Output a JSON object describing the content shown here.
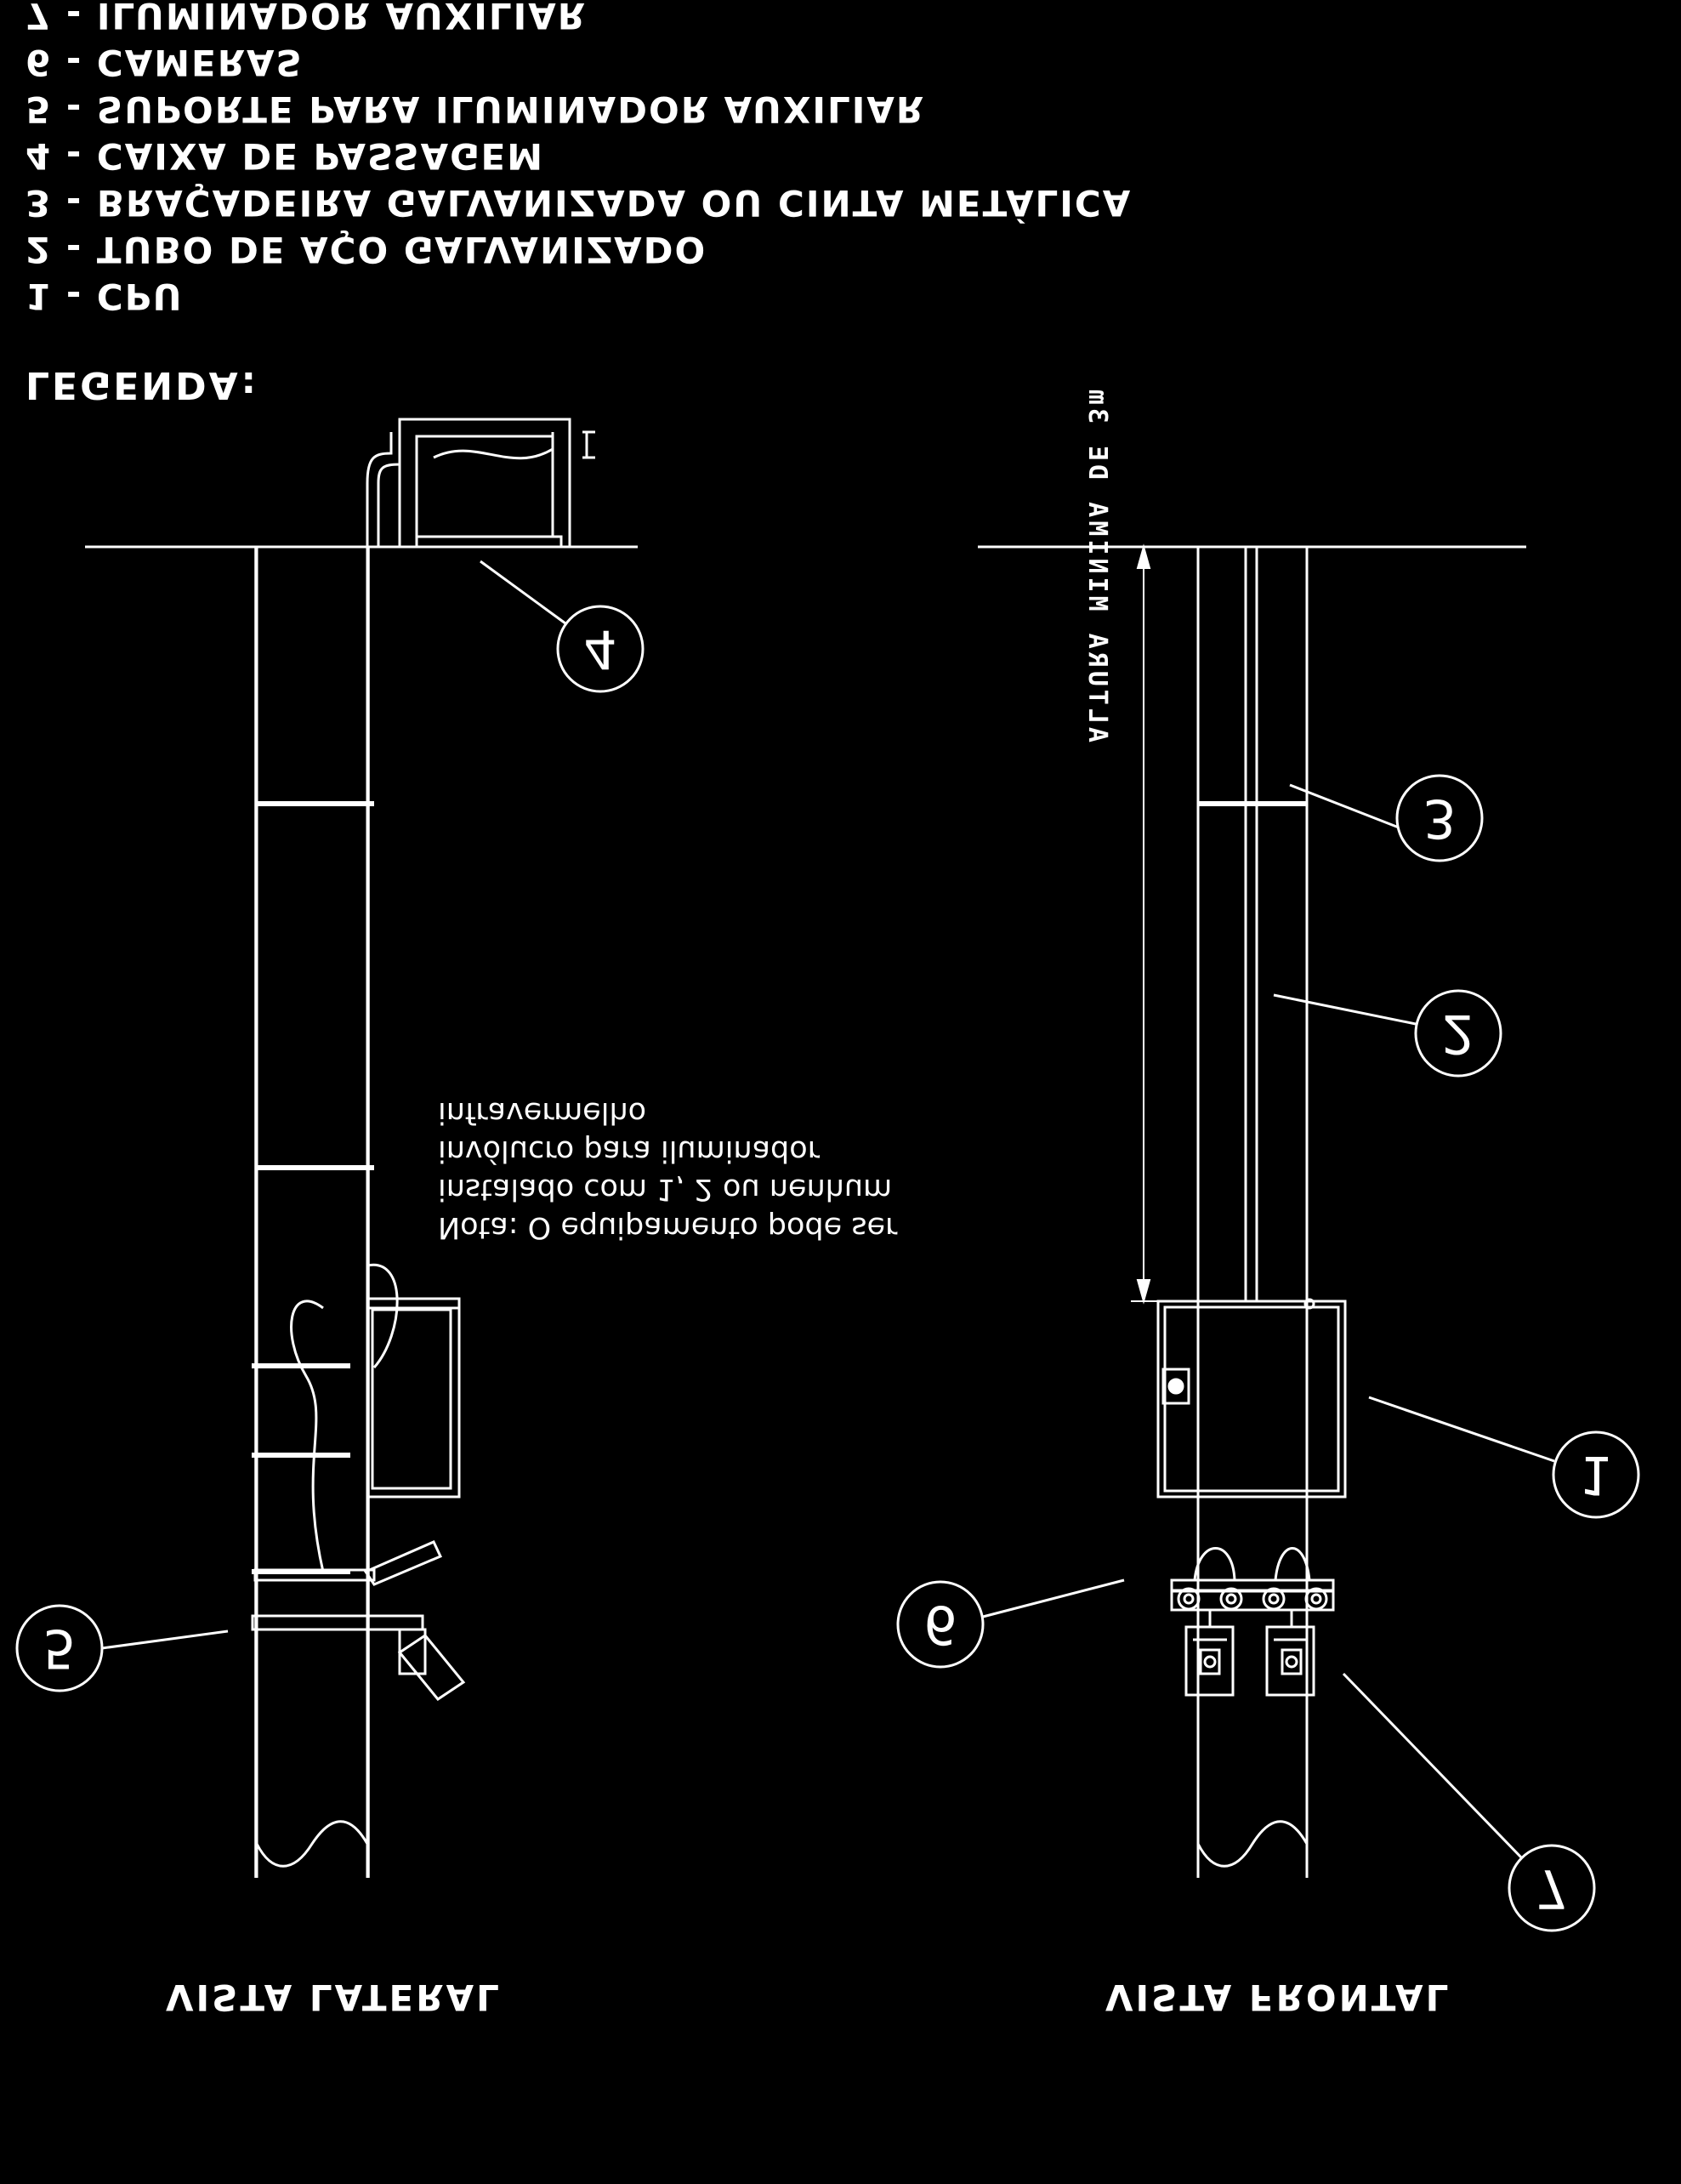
{
  "legend": {
    "title": "LEGENDA:",
    "items": [
      "1 - CPU",
      "2 - TUBO DE AÇO GALVANIZADO",
      "3 - BRAÇADEIRA GALVANIZADA OU CINTA METÁLICA",
      "4 - CAIXA DE PASSAGEM",
      "5 - SUPORTE PARA ILUMINADOR AUXILIAR",
      "6 - CAMERAS",
      "7 - ILUMINADOR AUXILIAR"
    ]
  },
  "note": {
    "line1": "Nota: O equipamento pode ser",
    "line2": "instalado com 1, 2 ou nenhum",
    "line3": "invólucro para iluminador",
    "line4": "infravermelho"
  },
  "views": {
    "side": "VISTA LATERAL",
    "front": "VISTA FRONTAL"
  },
  "dimension": {
    "height_label": "ALTURA MINIMA DE 3m"
  },
  "callouts": {
    "c1": "1",
    "c2": "2",
    "c3": "3",
    "c4": "4",
    "c5": "5",
    "c6": "6",
    "c7": "7"
  },
  "colors": {
    "background": "#000000",
    "ink": "#ffffff"
  }
}
